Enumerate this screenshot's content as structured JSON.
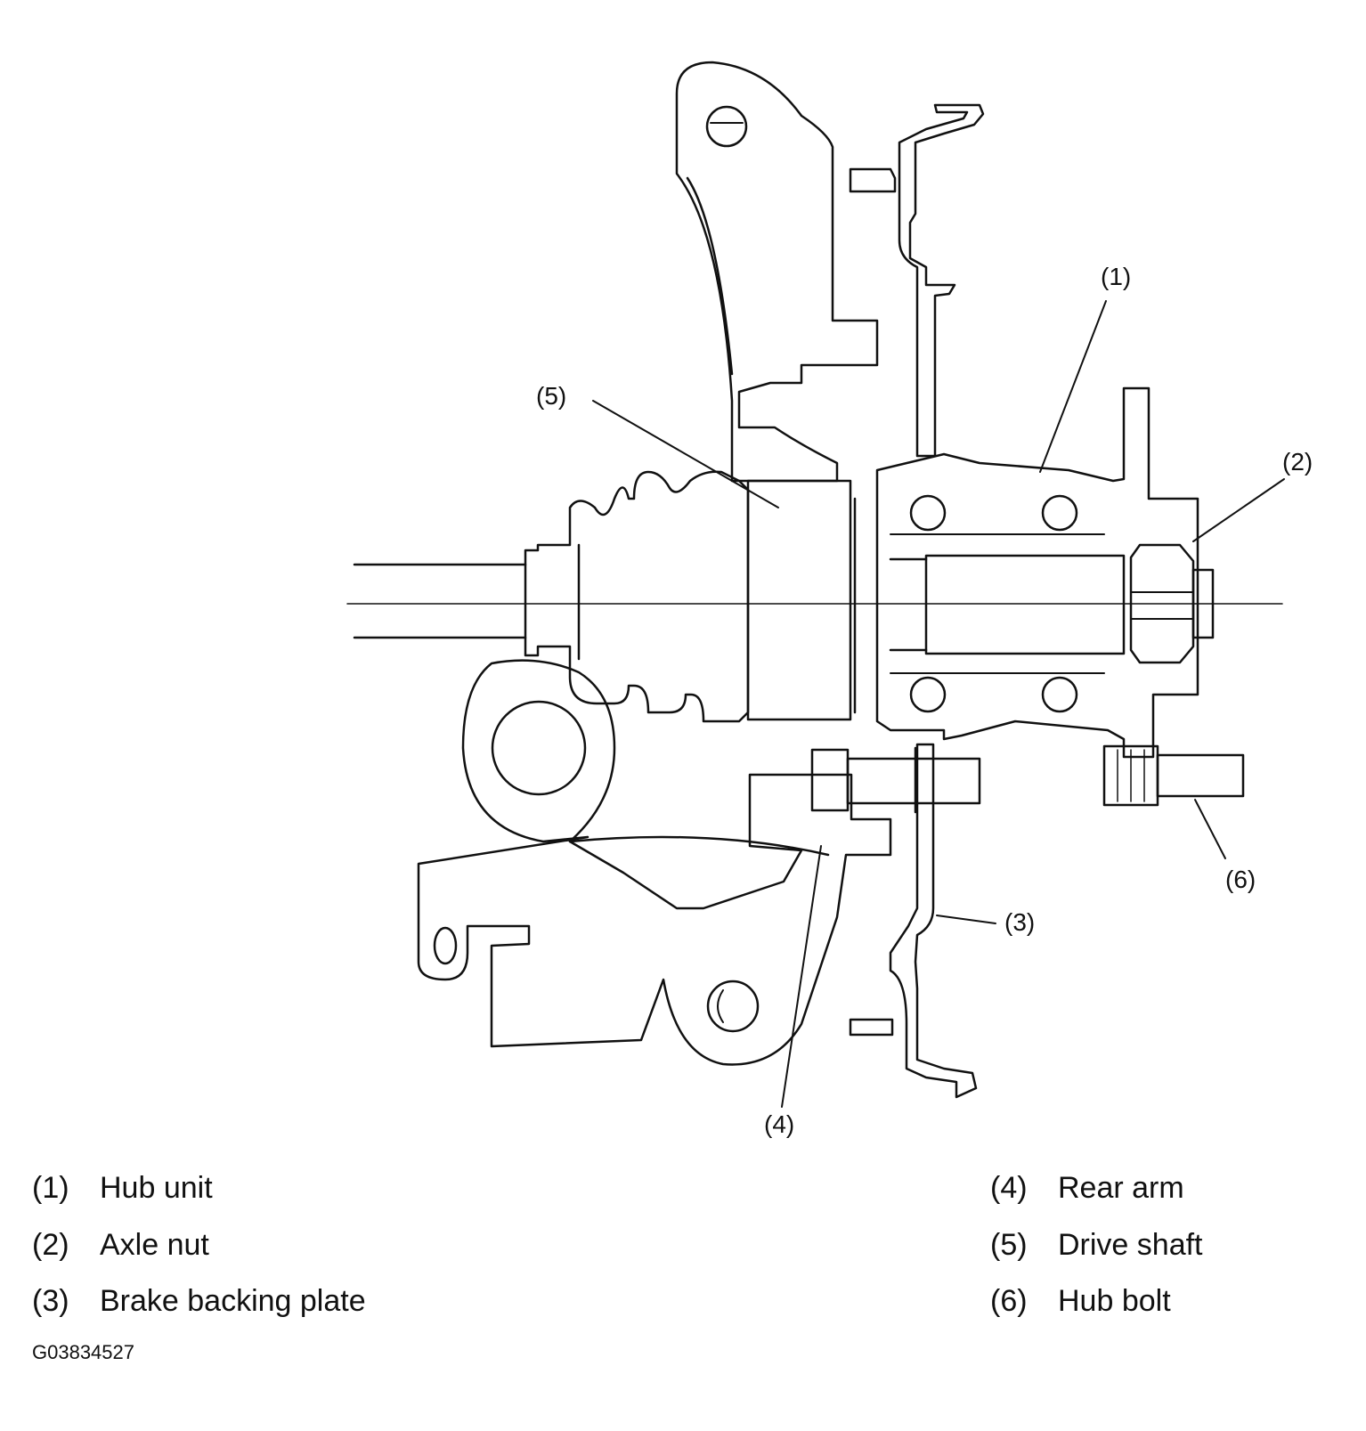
{
  "callouts": [
    "(1)",
    "(2)",
    "(3)",
    "(4)",
    "(5)",
    "(6)"
  ],
  "legend": {
    "left": [
      {
        "num": "(1)",
        "label": "Hub unit"
      },
      {
        "num": "(2)",
        "label": "Axle nut"
      },
      {
        "num": "(3)",
        "label": "Brake backing plate"
      }
    ],
    "right": [
      {
        "num": "(4)",
        "label": "Rear arm"
      },
      {
        "num": "(5)",
        "label": "Drive shaft"
      },
      {
        "num": "(6)",
        "label": "Hub bolt"
      }
    ]
  },
  "figure_id": "G03834527",
  "colors": {
    "line": "#111111",
    "background": "#ffffff"
  }
}
